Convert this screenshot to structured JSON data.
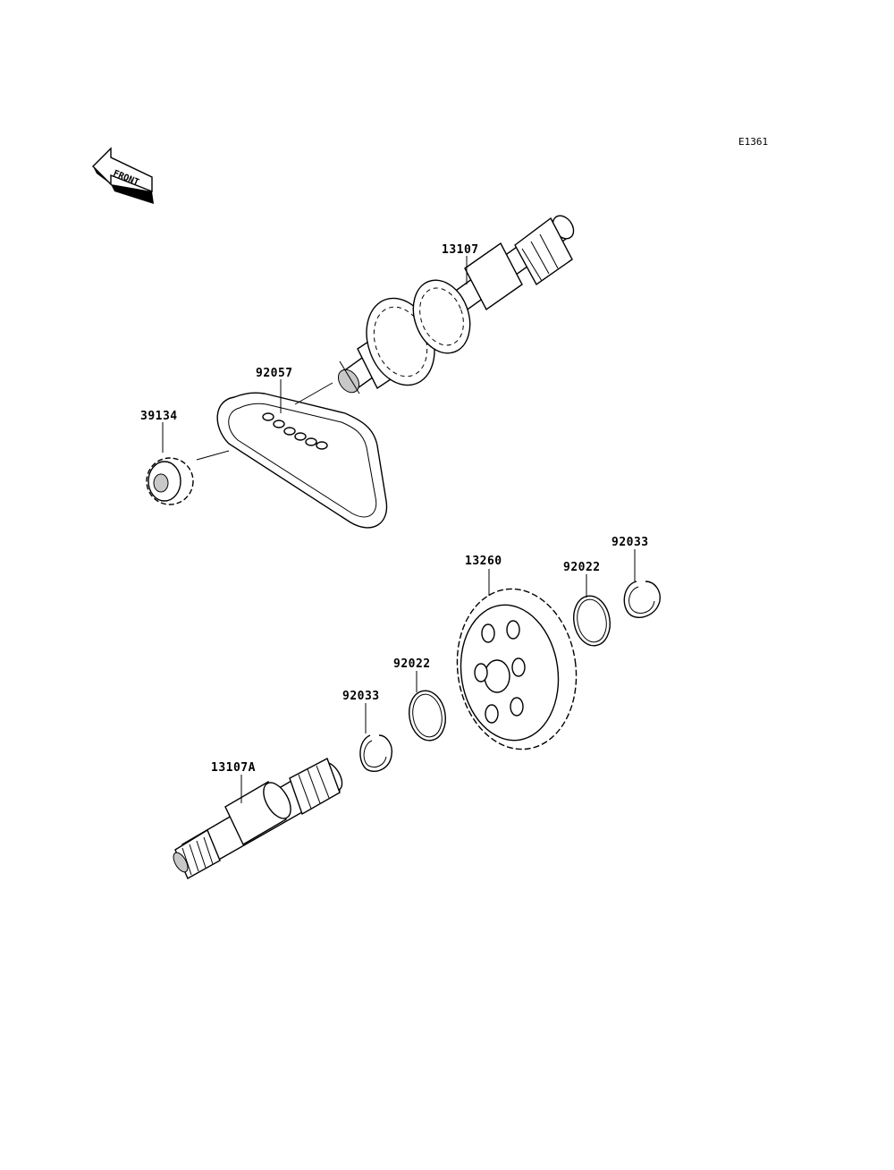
{
  "diagram_ref": "E1361",
  "front_marker": "FRONT",
  "parts": [
    {
      "id": "p13107",
      "number": "13107"
    },
    {
      "id": "p92057",
      "number": "92057"
    },
    {
      "id": "p39134",
      "number": "39134"
    },
    {
      "id": "p13260",
      "number": "13260"
    },
    {
      "id": "p92022a",
      "number": "92022"
    },
    {
      "id": "p92033a",
      "number": "92033"
    },
    {
      "id": "p92022b",
      "number": "92022"
    },
    {
      "id": "p92033b",
      "number": "92033"
    },
    {
      "id": "p13107A",
      "number": "13107A"
    }
  ]
}
